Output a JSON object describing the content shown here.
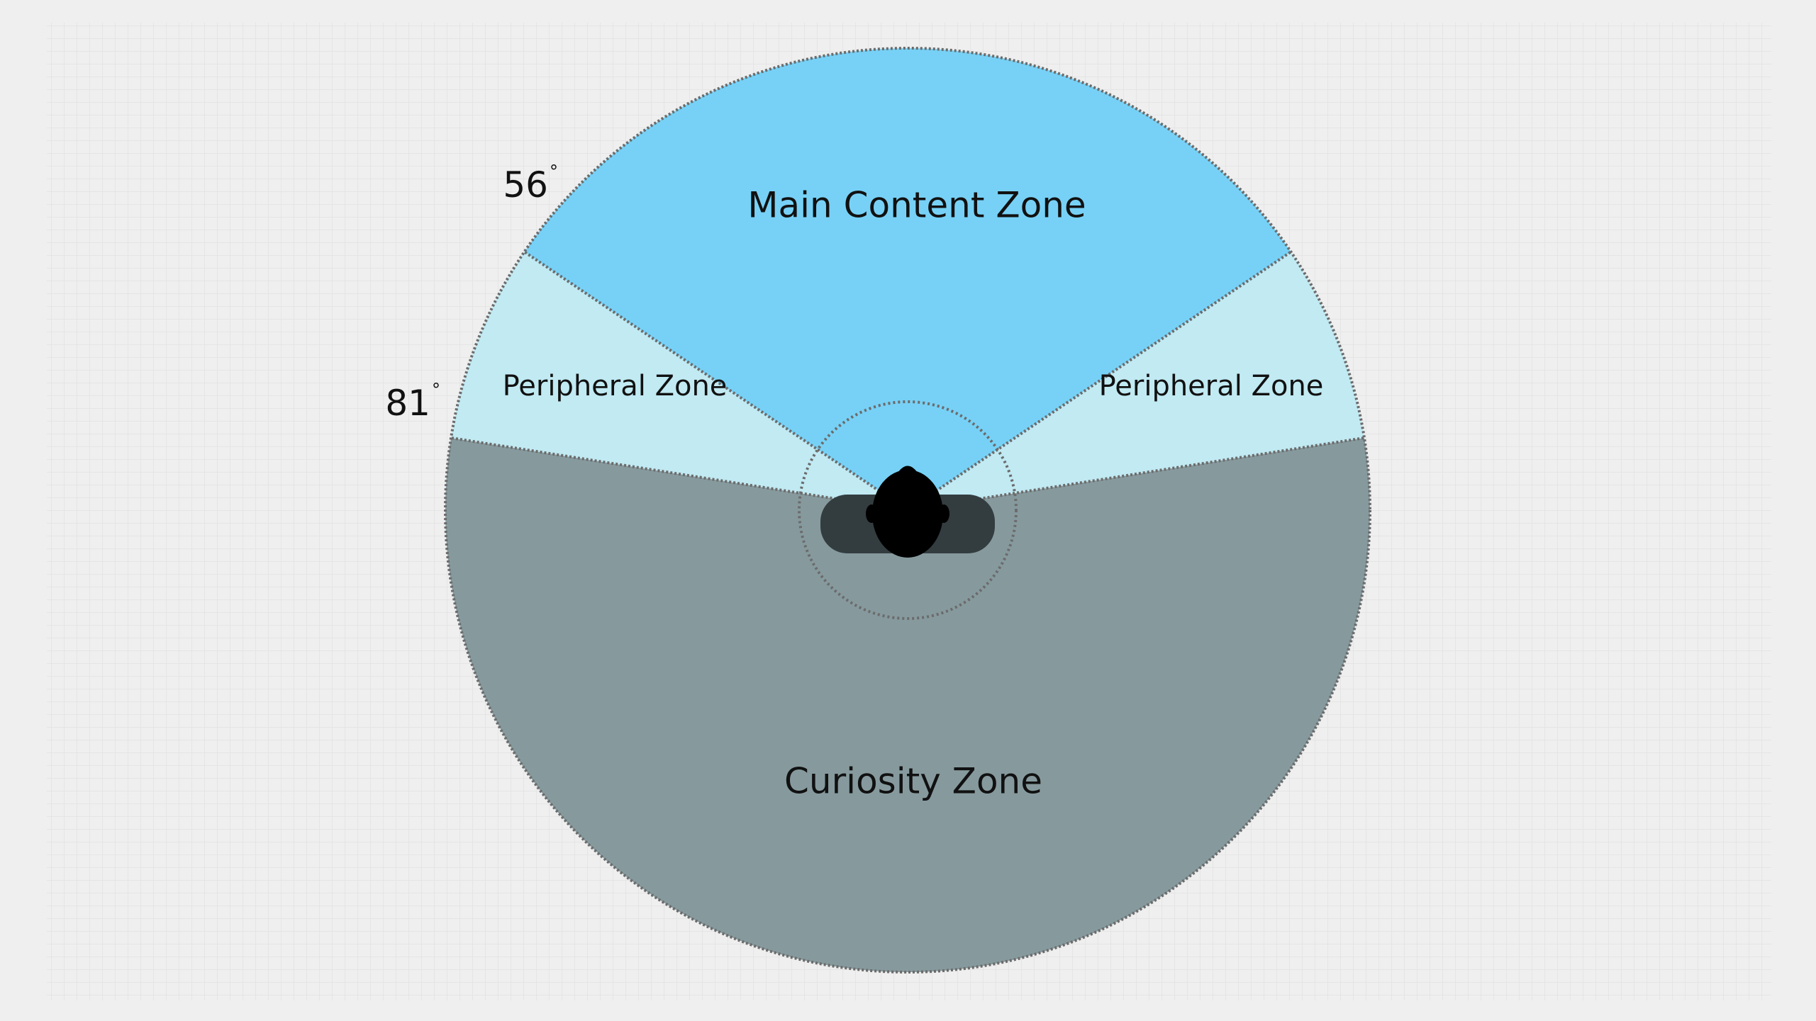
{
  "diagram": {
    "zones": {
      "main": "Main Content Zone",
      "peripheral_left": "Peripheral Zone",
      "peripheral_right": "Peripheral Zone",
      "curiosity": "Curiosity Zone"
    },
    "angles": {
      "main_half_angle": "56",
      "peripheral_half_angle": "81",
      "degree_symbol": "°"
    },
    "colors": {
      "background": "#efefef",
      "grid": "#e2e2e2",
      "main_zone": "#77d1f6",
      "peripheral_zone": "#c1eaf3",
      "curiosity_zone": "#869a9e",
      "outline": "#6b6b6b",
      "viewer": "#000000",
      "headset": "#333d40"
    }
  }
}
